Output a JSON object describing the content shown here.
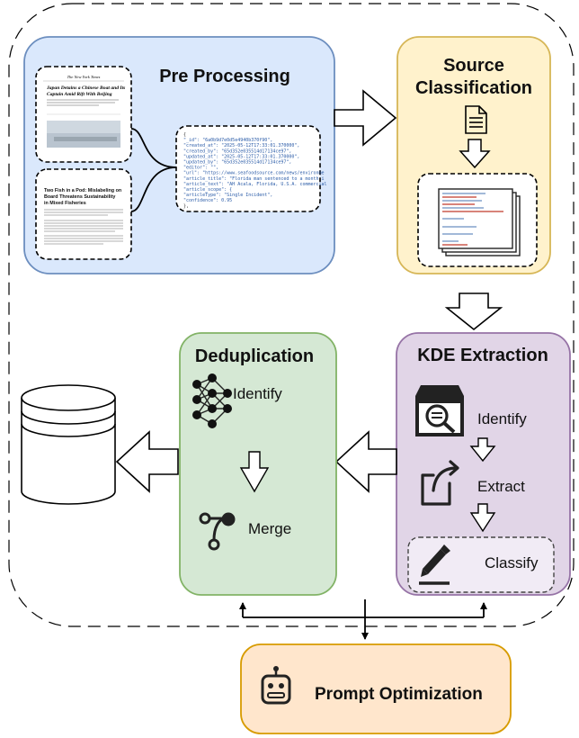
{
  "stages": {
    "preprocessing": {
      "title": "Pre Processing"
    },
    "source_classification": {
      "title_line1": "Source",
      "title_line2": "Classification"
    },
    "kde_extraction": {
      "title": "KDE Extraction",
      "steps": [
        "Identify",
        "Extract",
        "Classify"
      ]
    },
    "deduplication": {
      "title": "Deduplication",
      "steps": [
        "Identify",
        "Merge"
      ]
    },
    "prompt_optimization": {
      "title": "Prompt Optimization"
    }
  },
  "documents": {
    "doc1": {
      "masthead": "The New York Times",
      "headline_line1": "Japan Detains a Chinese Boat and Its",
      "headline_line2": "Captain Amid Rift With Beijing"
    },
    "doc2": {
      "headline_line1": "Two Fish in a Pod: Mislabeling on",
      "headline_line2": "Board Threatens Sustainability",
      "headline_line3": "in Mixed Fisheries"
    }
  },
  "json_snippet": [
    "{",
    "  \"_id\": \"6a0b9d7e0d5e4940b370f90\",",
    "  \"created_at\": \"2025-05-12T17:33:01.370000\",",
    "  \"created_by\": \"65d352e035514d17134ce97\",",
    "  \"updated_at\": \"2025-05-12T17:33:01.370000\",",
    "  \"updated_by\": \"65d352e035514d17134ce97\",",
    "  \"editor\": \"\",",
    "  \"url\": \"https://www.seafoodsource.com/news/environme",
    "  \"article_title\": \"Florida man sentenced to a month i",
    "  \"article_text\": \"AH Acala, Florida, U.S.A. commercial",
    "  \"article_scope\": {",
    "    \"articleType\": \"Single Incident\",",
    "    \"confidence\": 0.95",
    "  },"
  ],
  "colors": {
    "preprocessing_fill": "#dae8fc",
    "preprocessing_stroke": "#6c8ebf",
    "source_fill": "#fff2cc",
    "source_stroke": "#d6b656",
    "kde_fill": "#e1d5e7",
    "kde_stroke": "#9673a6",
    "dedup_fill": "#d5e8d4",
    "dedup_stroke": "#82b366",
    "prompt_fill": "#ffe6cc",
    "prompt_stroke": "#d79b00"
  }
}
